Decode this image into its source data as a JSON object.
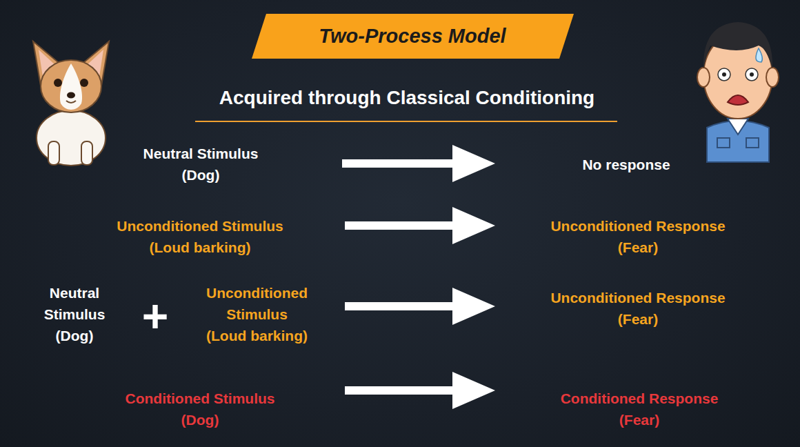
{
  "diagram": {
    "title": "Two-Process Model",
    "nodes": [
      {
        "text": [
          "Neutral Stimulus",
          "(Dog)"
        ]
      },
      {
        "text": [
          "No response"
        ]
      },
      {
        "text": [
          "Unconditioned Stimulus",
          "(Loud barking)"
        ]
      },
      {
        "text": [
          "Unconditioned Response",
          "(Fear)"
        ]
      },
      {
        "text": [
          "Neutral Stimulus",
          "(Dog)"
        ]
      },
      {
        "text": [
          "Unconditioned Stimulus",
          "(Loud barking)"
        ]
      },
      {
        "text": [
          "Unconditioned Response",
          "(Fear)"
        ]
      },
      {
        "text": [
          "Conditioned Stimulus",
          "(Dog)"
        ]
      },
      {
        "text": [
          "Conditioned Response",
          "(Fear)"
        ]
      }
    ],
    "edges": [
      {
        "from": 0,
        "to": 1,
        "arrow": "to"
      },
      {
        "from": 2,
        "to": 3,
        "arrow": "to"
      },
      {
        "from": 5,
        "to": 6,
        "arrow": "to"
      },
      {
        "from": 7,
        "to": 8,
        "arrow": "to"
      }
    ],
    "labels": [
      "Acquired through Classical Conditioning",
      "+"
    ]
  }
}
